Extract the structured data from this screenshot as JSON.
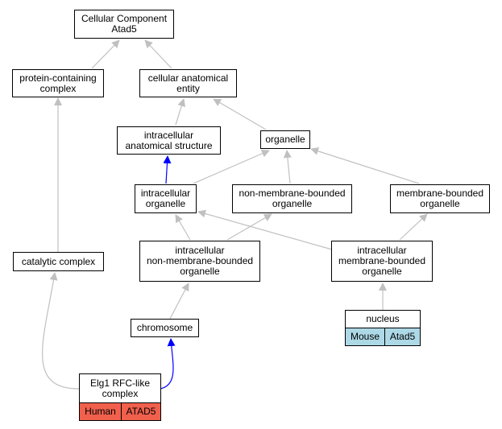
{
  "colors": {
    "edge_gray": "#c0c0c0",
    "edge_blue": "#0000ff",
    "human_fill": "#f0604d",
    "mouse_fill": "#add8e6"
  },
  "nodes": {
    "root": "Cellular Component\nAtad5",
    "protein_containing_complex": "protein-containing\ncomplex",
    "cellular_anatomical_entity": "cellular anatomical\nentity",
    "intracellular_anatomical_structure": "intracellular\nanatomical structure",
    "organelle": "organelle",
    "intracellular_organelle": "intracellular\norganelle",
    "non_membrane_bounded_organelle": "non-membrane-bounded\norganelle",
    "membrane_bounded_organelle": "membrane-bounded\norganelle",
    "catalytic_complex": "catalytic complex",
    "intracellular_non_membrane_bounded_organelle": "intracellular\nnon-membrane-bounded\norganelle",
    "intracellular_membrane_bounded_organelle": "intracellular\nmembrane-bounded\norganelle",
    "chromosome": "chromosome",
    "nucleus": {
      "label": "nucleus",
      "species": "Mouse",
      "gene": "Atad5"
    },
    "elg1_complex": {
      "label": "Elg1 RFC-like\ncomplex",
      "species": "Human",
      "gene": "ATAD5"
    }
  }
}
